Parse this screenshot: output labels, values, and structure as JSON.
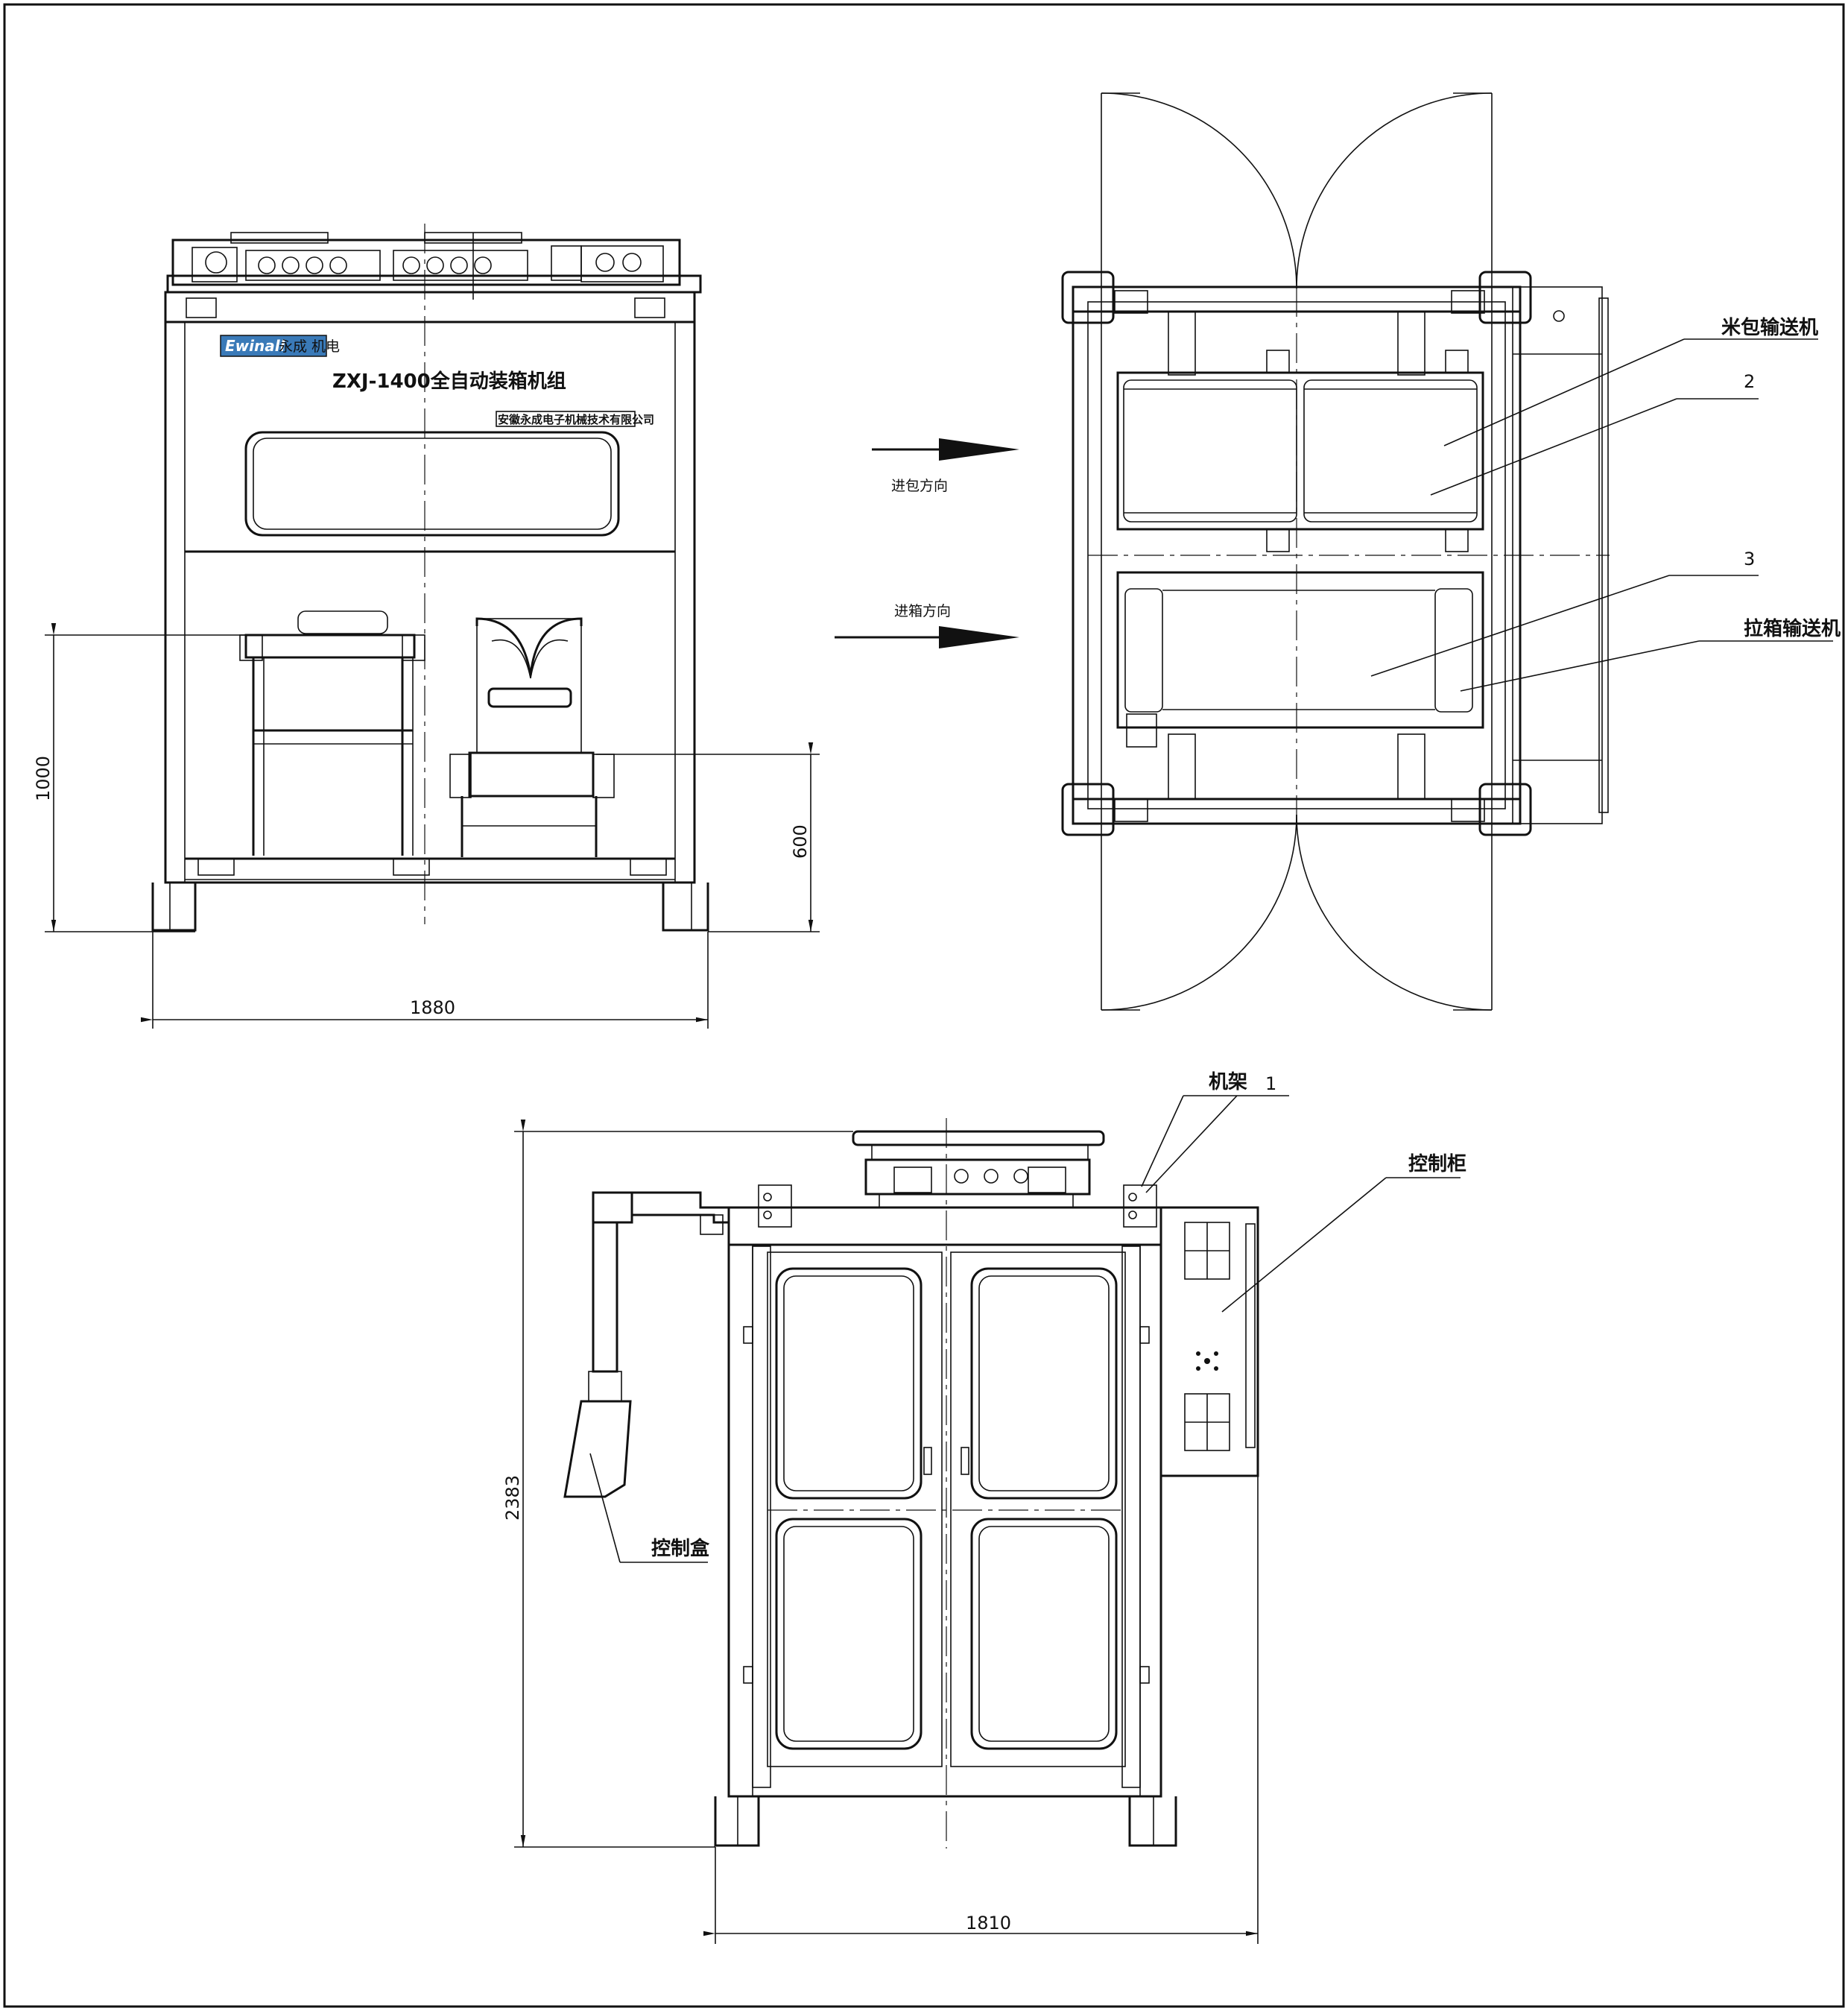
{
  "front_view": {
    "logo_text": "Ewinall",
    "logo_cn": "永成 机电",
    "machine_title": "ZXJ-1400全自动装箱机组",
    "company_name": "安徽永成电子机械技术有限公司",
    "dim_height_total": "1000",
    "dim_height_conveyor": "600",
    "dim_width": "1880"
  },
  "top_view": {
    "arrow_bag_label": "进包方向",
    "arrow_box_label": "进箱方向",
    "label_rice_conveyor": "米包输送机",
    "label_item_2": "2",
    "label_item_3": "3",
    "label_box_conveyor": "拉箱输送机"
  },
  "side_view": {
    "label_frame": "机架",
    "label_item_1": "1",
    "label_cabinet": "控制柜",
    "label_control_box": "控制盒",
    "dim_height": "2383",
    "dim_width": "1810"
  }
}
